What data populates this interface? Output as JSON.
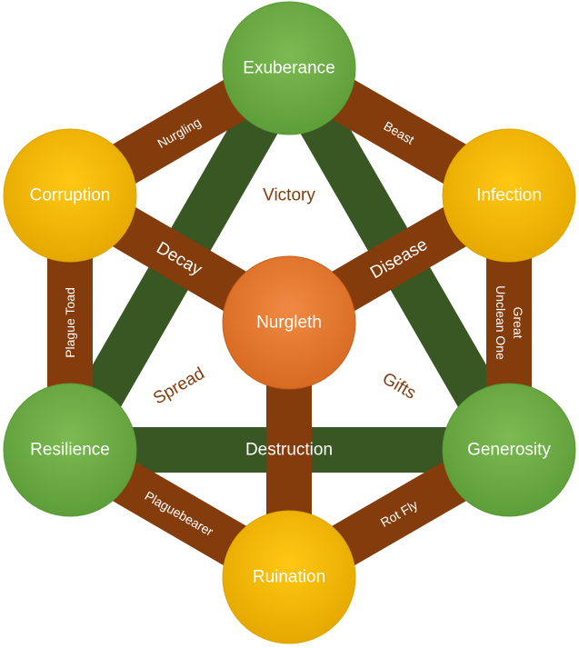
{
  "colors": {
    "brown_band": "#843c0c",
    "green_band": "#385723",
    "green_node": "#70ad47",
    "green_node_dark": "#5a9a36",
    "yellow_node": "#ffc000",
    "yellow_node_dark": "#e0a500",
    "orange_node": "#ed7d31",
    "orange_node_dark": "#c9601a",
    "free_text": "#843c0c"
  },
  "nodes": {
    "top": "Exuberance",
    "upper_left": "Corruption",
    "upper_right": "Infection",
    "center": "Nurgleth",
    "lower_left": "Resilience",
    "lower_right": "Generosity",
    "bottom": "Ruination"
  },
  "bands": {
    "top_left": "Nurgling",
    "top_right": "Beast",
    "left": "Plague Toad",
    "right_line1": "Great",
    "right_line2": "Unclean One",
    "bottom_left": "Plaguebearer",
    "bottom_right": "Rot Fly",
    "spoke_upper_left": "Decay",
    "spoke_upper_right": "Disease",
    "horizontal_green": "Destruction"
  },
  "regions": {
    "top": "Victory",
    "left": "Spread",
    "right": "Gifts"
  }
}
